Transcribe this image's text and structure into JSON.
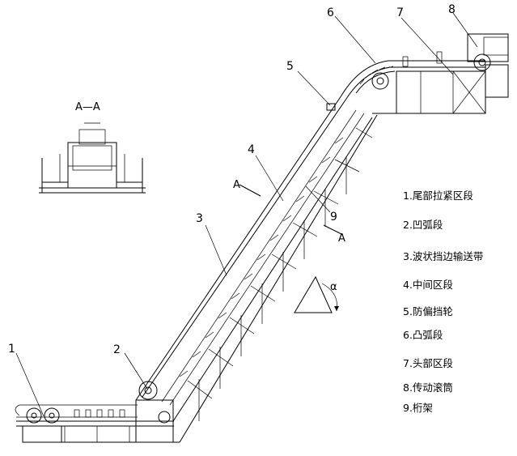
{
  "callouts": [
    "1",
    "2",
    "3",
    "4",
    "5",
    "6",
    "7",
    "8",
    "9"
  ],
  "section_title": "A—A",
  "section_marks": [
    "A",
    "A"
  ],
  "angle_symbol": "α",
  "legend": [
    "1.尾部拉紧区段",
    "2.凹弧段",
    "3.波状挡边输送带",
    "4.中间区段",
    "5.防偏挡轮",
    "6.凸弧段",
    "7.头部区段",
    "8.传动滚筒",
    "9.桁架"
  ]
}
